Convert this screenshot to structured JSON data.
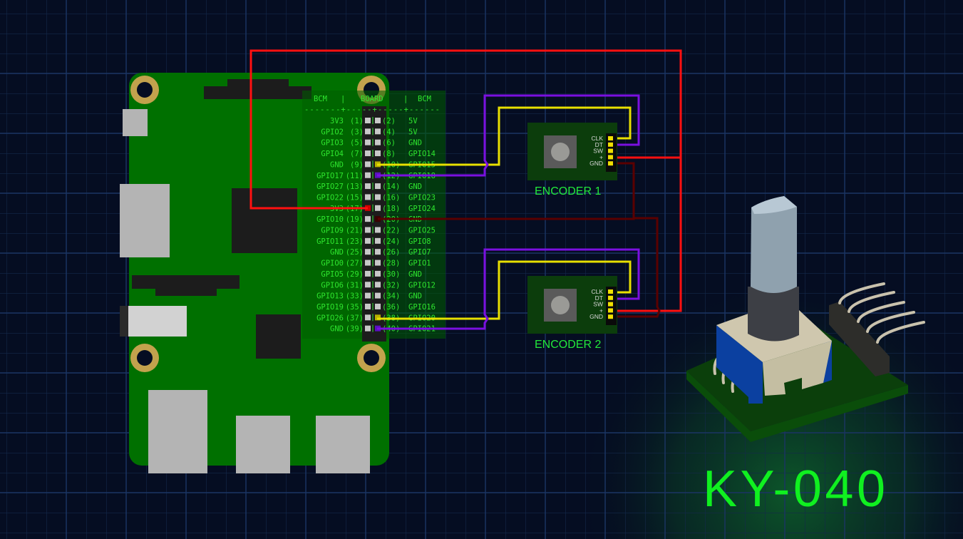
{
  "title": "KY-040",
  "colors": {
    "background": "#050d22",
    "grid": "#14294d",
    "board": "#007000",
    "text_green": "#2ee62e",
    "wire_red": "#ff1010",
    "wire_yellow": "#e8e000",
    "wire_purple": "#7a10e0",
    "wire_gnd": "#5a0000"
  },
  "header": {
    "left": "BCM",
    "center": "BOARD",
    "right": "BCM",
    "separator": "|",
    "rule": "-------+-----+-----+------"
  },
  "pins": [
    {
      "left_name": "3V3",
      "left_num": "(1)",
      "right_num": "(2)",
      "right_name": "5V"
    },
    {
      "left_name": "GPIO2",
      "left_num": "(3)",
      "right_num": "(4)",
      "right_name": "5V"
    },
    {
      "left_name": "GPIO3",
      "left_num": "(5)",
      "right_num": "(6)",
      "right_name": "GND"
    },
    {
      "left_name": "GPIO4",
      "left_num": "(7)",
      "right_num": "(8)",
      "right_name": "GPIO14"
    },
    {
      "left_name": "GND",
      "left_num": "(9)",
      "right_num": "(10)",
      "right_name": "GPIO15"
    },
    {
      "left_name": "GPIO17",
      "left_num": "(11)",
      "right_num": "(12)",
      "right_name": "GPIO18"
    },
    {
      "left_name": "GPIO27",
      "left_num": "(13)",
      "right_num": "(14)",
      "right_name": "GND"
    },
    {
      "left_name": "GPIO22",
      "left_num": "(15)",
      "right_num": "(16)",
      "right_name": "GPIO23"
    },
    {
      "left_name": "3V3",
      "left_num": "(17)",
      "right_num": "(18)",
      "right_name": "GPIO24"
    },
    {
      "left_name": "GPIO10",
      "left_num": "(19)",
      "right_num": "(20)",
      "right_name": "GND"
    },
    {
      "left_name": "GPIO9",
      "left_num": "(21)",
      "right_num": "(22)",
      "right_name": "GPIO25"
    },
    {
      "left_name": "GPIO11",
      "left_num": "(23)",
      "right_num": "(24)",
      "right_name": "GPIO8"
    },
    {
      "left_name": "GND",
      "left_num": "(25)",
      "right_num": "(26)",
      "right_name": "GPIO7"
    },
    {
      "left_name": "GPIO0",
      "left_num": "(27)",
      "right_num": "(28)",
      "right_name": "GPIO1"
    },
    {
      "left_name": "GPIO5",
      "left_num": "(29)",
      "right_num": "(30)",
      "right_name": "GND"
    },
    {
      "left_name": "GPIO6",
      "left_num": "(31)",
      "right_num": "(32)",
      "right_name": "GPIO12"
    },
    {
      "left_name": "GPIO13",
      "left_num": "(33)",
      "right_num": "(34)",
      "right_name": "GND"
    },
    {
      "left_name": "GPIO19",
      "left_num": "(35)",
      "right_num": "(36)",
      "right_name": "GPIO16"
    },
    {
      "left_name": "GPIO26",
      "left_num": "(37)",
      "right_num": "(38)",
      "right_name": "GPIO20"
    },
    {
      "left_name": "GND",
      "left_num": "(39)",
      "right_num": "(40)",
      "right_name": "GPIO21"
    }
  ],
  "encoders": [
    {
      "label": "ENCODER 1",
      "pins": [
        "CLK",
        "DT",
        "SW",
        "+",
        "GND"
      ]
    },
    {
      "label": "ENCODER 2",
      "pins": [
        "CLK",
        "DT",
        "SW",
        "+",
        "GND"
      ]
    }
  ],
  "connections": [
    {
      "from": "ENCODER 1 CLK",
      "to": "pin 10 (GPIO15)",
      "color": "yellow"
    },
    {
      "from": "ENCODER 1 DT",
      "to": "pin 12 (GPIO18)",
      "color": "purple"
    },
    {
      "from": "ENCODER 1 +",
      "to": "pin 17 (3V3)",
      "color": "red"
    },
    {
      "from": "ENCODER 1 GND",
      "to": "pin 20 (GND)",
      "color": "dark-red"
    },
    {
      "from": "ENCODER 2 CLK",
      "to": "pin 38 (GPIO20)",
      "color": "yellow"
    },
    {
      "from": "ENCODER 2 DT",
      "to": "pin 40 (GPIO21)",
      "color": "purple"
    },
    {
      "from": "ENCODER 2 +",
      "to": "pin 17 (3V3)",
      "color": "red"
    },
    {
      "from": "ENCODER 2 GND",
      "to": "pin 20 (GND)",
      "color": "dark-red"
    }
  ]
}
